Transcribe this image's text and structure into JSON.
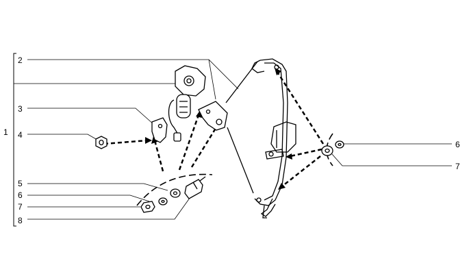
{
  "callouts": {
    "group": "1",
    "c2": "2",
    "c3": "3",
    "c4": "4",
    "c5": "5",
    "c6_left": "6",
    "c7_left": "7",
    "c8": "8",
    "c6_right": "6",
    "c7_right": "7"
  },
  "colors": {
    "ink": "#000000",
    "background": "#ffffff"
  }
}
